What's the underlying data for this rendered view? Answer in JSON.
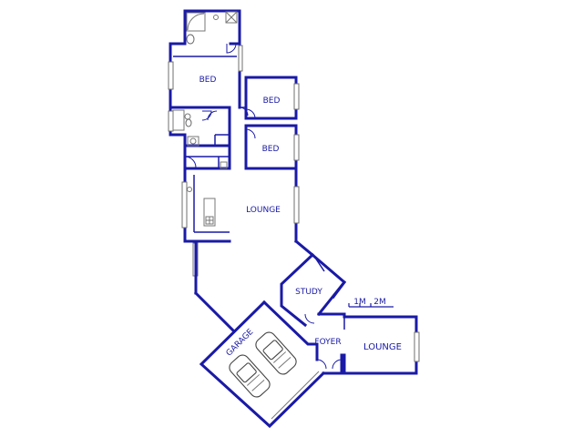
{
  "rooms": {
    "bed_main": "BED",
    "bed_2": "BED",
    "bed_3": "BED",
    "lounge_main": "LOUNGE",
    "study": "STUDY",
    "foyer": "FOYER",
    "lounge_east": "LOUNGE",
    "garage": "GARAGE"
  },
  "scale_bar": {
    "label_1": "1M",
    "label_2": "2M"
  },
  "colors": {
    "wall": "#1a1aa6",
    "fixture": "#777777",
    "background": "#ffffff"
  }
}
